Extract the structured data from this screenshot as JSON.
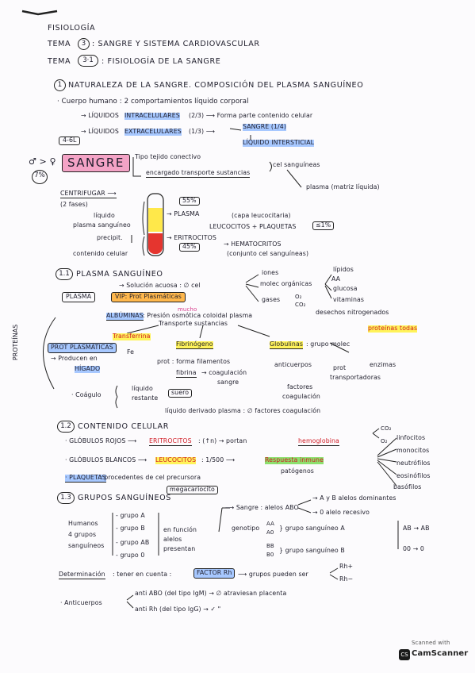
{
  "header": {
    "subject": "FISIOLOGÍA",
    "tema3_prefix": "TEMA",
    "tema3_num": "3",
    "tema3_title": ": SANGRE Y SISTEMA CARDIOVASCULAR",
    "tema31_prefix": "TEMA",
    "tema31_num": "3·1",
    "tema31_title": ": FISIOLOGÍA DE LA SANGRE"
  },
  "s1": {
    "num": "1",
    "title": "NATURALEZA DE LA SANGRE. COMPOSICIÓN DEL PLASMA SANGUÍNEO",
    "l1": "· Cuerpo humano : 2 comportamientos líquido corporal",
    "l2a": "→ LÍQUIDOS",
    "l2b": "INTRACELULARES",
    "l2c": "(2/3) ⟶ Forma parte contenido celular",
    "l3a": "→ LÍQUIDOS",
    "l3b": "EXTRACELULARES",
    "l3c": "(1/3) ⟶",
    "l3d": "SANGRE (1/4)",
    "l3e": "LÍQUIDO INTERSTICIAL",
    "vol": "4-6L",
    "sex": "♂ > ♀",
    "pct": "7%",
    "sangre": "SANGRE",
    "tipo1": "Tipo tejido conectivo",
    "tipo2": "encargado transporte sustancias",
    "cel": "cel sanguíneas",
    "plasma": "plasma (matriz líquida)",
    "centri1": "CENTRIFUGAR ⟶",
    "centri2": "(2 fases)",
    "liq": "líquido",
    "plasang": "plasma sanguíneo",
    "precip": "precipit.",
    "contcel": "contenido celular",
    "p55": "55%",
    "p55l": "→ PLASMA",
    "capa": "(capa leucocitaria)",
    "leuco": "LEUCOCITOS + PLAQUETAS",
    "p1": "≤1%",
    "eritro": "→ ERITROCITOS",
    "p45": "45%",
    "hemato1": "→ HEMATOCRITOS",
    "hemato2": "(conjunto cel sanguíneas)"
  },
  "s11": {
    "num": "1.1",
    "title": "PLASMA SANGUÍNEO",
    "sol": "→ Solución acuosa : ∅ cel",
    "iones": "iones",
    "molec": "molec orgánicas",
    "gases": "gases",
    "o2": "O₂",
    "co2": "CO₂",
    "lipidos": "lípidos",
    "aa": "AA",
    "glucosa": "glucosa",
    "vitaminas": "vitaminas",
    "desechos": "desechos nitrogenados",
    "plasma": "PLASMA",
    "vip": "VIP: Prot Plasmáticas",
    "albuminas": "ALBÚMINAS",
    "presion": ": Presión osmótica coloidal plasma",
    "transporte": "Transporte sustancias",
    "mucho": "mucho",
    "proteinas_todas": "proteínas todas",
    "transferrina": "Transferrina",
    "fe": "Fe",
    "fibrinogeno": "Fibrinógeno",
    "globulinas": "Globulinas",
    "grupo": ": grupo molec",
    "protplasm": "PROT PLASMÁTICAS",
    "produce": "→ Producen en",
    "higado": "HÍGADO",
    "protforma": "prot : forma filamentos",
    "fibrina": "fibrina",
    "coag1": "→ coagulación",
    "coag2": "sangre",
    "anticuerpos": "anticuerpos",
    "protr1": "prot",
    "protr2": "transportadoras",
    "enzimas": "enzimas",
    "factores1": "factores",
    "factores2": "coagulación",
    "proteinas_v": "PROTEÍNAS",
    "coagulo": "· Coágulo",
    "liqrest1": "líquido",
    "liqrest2": "restante",
    "suero": "suero",
    "liqder": "líquido derivado plasma : ∅ factores coagulación"
  },
  "s12": {
    "num": "1.2",
    "title": "CONTENIDO CELULAR",
    "gr": "· GLÓBULOS ROJOS ⟶",
    "eri": "ERITROCITOS",
    "nucleo": ": (↑n) → portan",
    "hemo": "hemoglobina",
    "co2": "CO₂",
    "o2": "O₂",
    "gb": "· GLÓBULOS BLANCOS ⟶",
    "leu": "LEUCOCITOS",
    "ratio": ": 1/500 ⟶",
    "resp": "Respuesta inmune",
    "patogenos": "patógenos",
    "linfo": "linfocitos",
    "mono": "monocitos",
    "neutro": "neutrófilos",
    "eosi": "eosinófilos",
    "baso": "basófilos",
    "plaq": "· PLAQUETAS",
    "proc": ": procedentes de cel precursora",
    "mega": "megacariocito"
  },
  "s13": {
    "num": "1.3",
    "title": "GRUPOS SANGUÍNEOS",
    "hum1": "Humanos",
    "hum2": "4 grupos",
    "hum3": "sanguíneos",
    "ga": "- grupo A",
    "gb": "- grupo B",
    "gab": "- grupo AB",
    "go": "- grupo 0",
    "enf1": "en función",
    "enf2": "alelos",
    "enf3": "presentan",
    "sangre": "⟶ Sangre : alelos ABO",
    "ab_dom": "→ A y B alelos dominantes",
    "o_rec": "→ 0 alelo recesivo",
    "genotipo": "genotipo",
    "aa": "AA",
    "a0": "A0",
    "grA": "} grupo sanguíneo A",
    "bb": "BB",
    "b0": "B0",
    "grB": "} grupo sanguíneo B",
    "abab": "AB → AB",
    "oo": "00 → 0",
    "determ": "Determinación",
    "teneren": ": tener en cuenta :",
    "factor": "FACTOR Rh",
    "pueden": "⟶ grupos pueden ser",
    "rhp": "Rh+",
    "rhm": "Rh−",
    "antic": "· Anticuerpos",
    "antiabo": "anti ABO (del tipo IgM) → ∅ atraviesan placenta",
    "antirh": "anti Rh (del tipo IgG) → ✓ \""
  },
  "scanner": {
    "line1": "Scanned with",
    "line2": "CamScanner"
  }
}
